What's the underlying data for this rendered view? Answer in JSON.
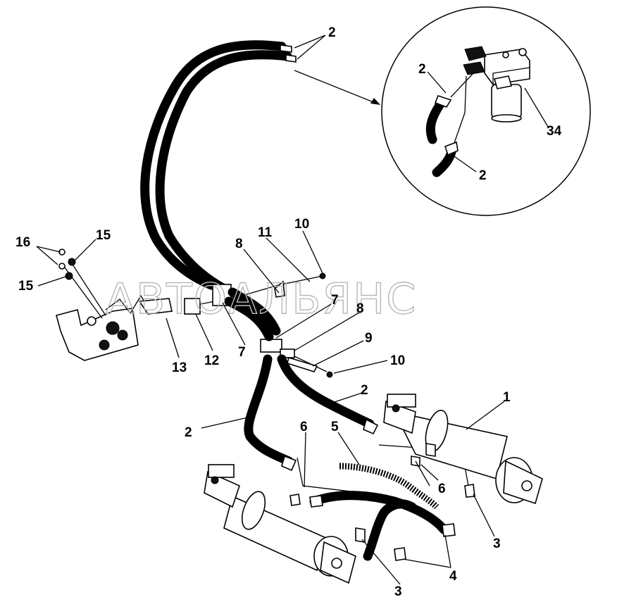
{
  "watermark": "АВТОАЛЬЯНС",
  "callouts": [
    "2",
    "2",
    "34",
    "2",
    "10",
    "11",
    "8",
    "16",
    "15",
    "15",
    "7",
    "8",
    "9",
    "10",
    "13",
    "12",
    "7",
    "2",
    "1",
    "2",
    "6",
    "5",
    "6",
    "3",
    "3",
    "4"
  ]
}
